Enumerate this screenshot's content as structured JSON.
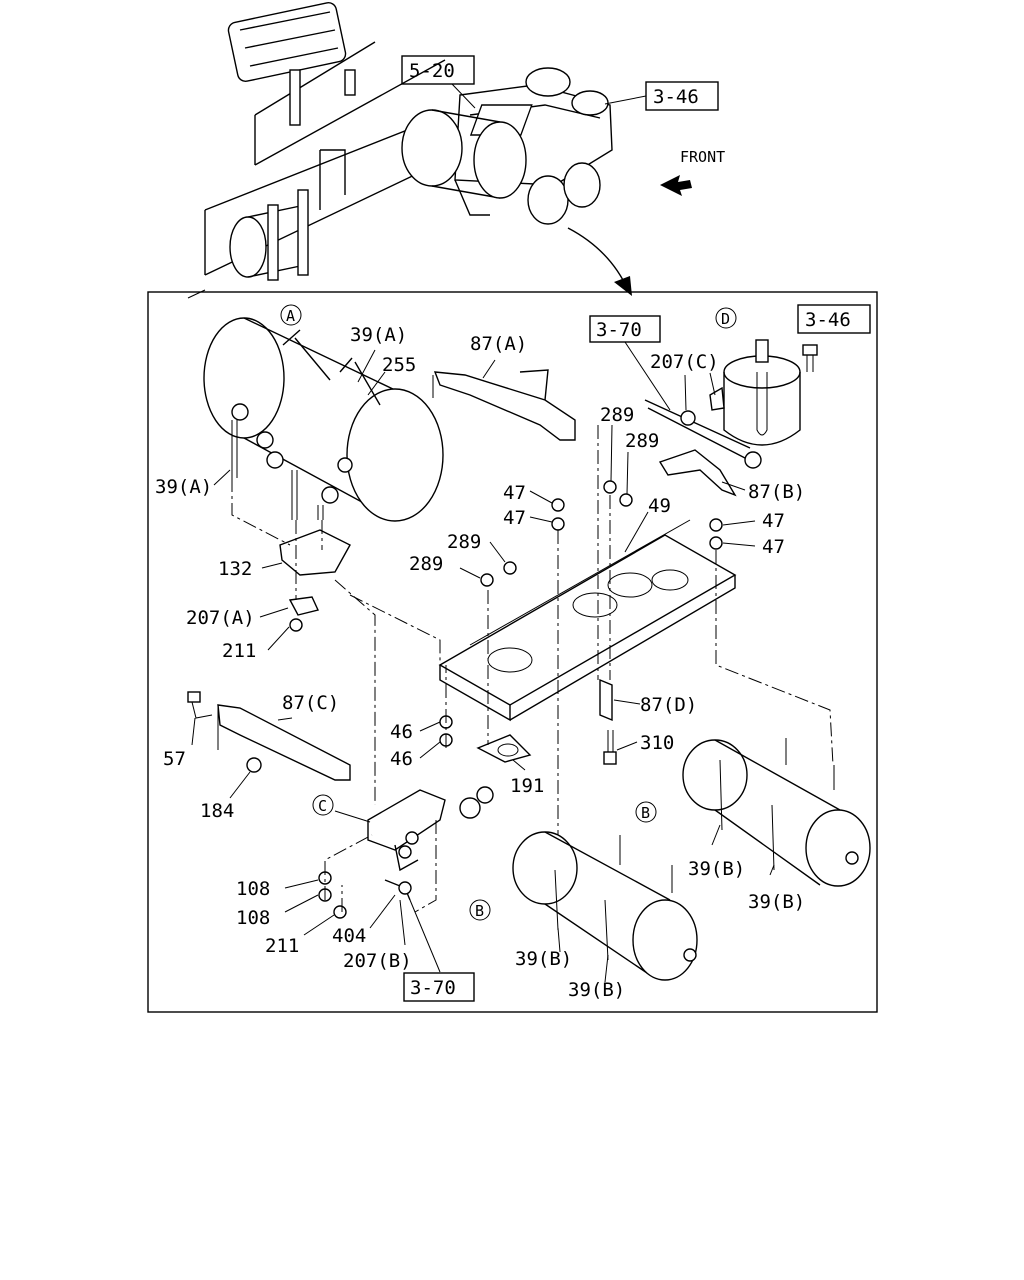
{
  "direction_label": "FRONT",
  "references": {
    "ref_top_left": "5-20",
    "ref_top_right": "3-46",
    "ref_inner_center": "3-70",
    "ref_inner_right": "3-46",
    "ref_bottom": "3-70"
  },
  "callouts": {
    "A": "A",
    "B1": "B",
    "B2": "B",
    "C": "C",
    "D": "D"
  },
  "part_labels": {
    "p39a_top": "39(A)",
    "p255": "255",
    "p87a": "87(A)",
    "p207c": "207(C)",
    "p39a_left": "39(A)",
    "p289a": "289",
    "p289b": "289",
    "p87b": "87(B)",
    "p47a": "47",
    "p47b": "47",
    "p49": "49",
    "p47c": "47",
    "p47d": "47",
    "p289c": "289",
    "p289d": "289",
    "p132": "132",
    "p207a": "207(A)",
    "p211a": "211",
    "p87c": "87(C)",
    "p87d": "87(D)",
    "p57": "57",
    "p46a": "46",
    "p46b": "46",
    "p310": "310",
    "p191": "191",
    "p184": "184",
    "p39b_1": "39(B)",
    "p39b_2": "39(B)",
    "p108a": "108",
    "p108b": "108",
    "p211b": "211",
    "p404": "404",
    "p207b": "207(B)",
    "p39b_3": "39(B)",
    "p39b_4": "39(B)"
  }
}
